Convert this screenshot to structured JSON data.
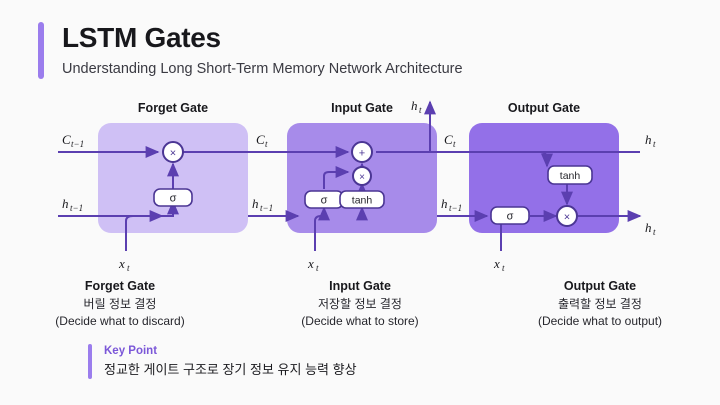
{
  "header": {
    "title": "LSTM Gates",
    "subtitle": "Understanding Long Short-Term Memory Network Architecture",
    "accent_color": "#9b7ded"
  },
  "diagram": {
    "gates": [
      {
        "id": "forget",
        "heading": "Forget Gate",
        "fill": "#cfc0f5",
        "nodes": [
          {
            "type": "op",
            "symbol": "×"
          },
          {
            "type": "activation",
            "label": "σ"
          }
        ]
      },
      {
        "id": "input",
        "heading": "Input Gate",
        "fill": "#a78bea",
        "nodes": [
          {
            "type": "op",
            "symbol": "+"
          },
          {
            "type": "op",
            "symbol": "×"
          },
          {
            "type": "activation",
            "label": "σ"
          },
          {
            "type": "activation",
            "label": "tanh"
          }
        ]
      },
      {
        "id": "output",
        "heading": "Output Gate",
        "fill": "#9370e8",
        "nodes": [
          {
            "type": "activation",
            "label": "tanh"
          },
          {
            "type": "activation",
            "label": "σ"
          },
          {
            "type": "op",
            "symbol": "×"
          }
        ]
      }
    ],
    "signal_labels": {
      "cell_in": "C",
      "cell_in_sub": "t−1",
      "hidden_in": "h",
      "hidden_in_sub": "t−1",
      "cell_mid": "C",
      "cell_mid_sub": "t",
      "hidden_out": "h",
      "hidden_out_sub": "t",
      "input_x": "x",
      "input_x_sub": "t"
    },
    "line_color": "#5b3fb0",
    "node_stroke": "#4b3694",
    "node_fill": "#ffffff"
  },
  "captions": [
    {
      "title": "Forget Gate",
      "korean": "버릴 정보 결정",
      "english": "(Decide what to discard)"
    },
    {
      "title": "Input Gate",
      "korean": "저장할 정보 결정",
      "english": "(Decide what to store)"
    },
    {
      "title": "Output Gate",
      "korean": "출력할 정보 결정",
      "english": "(Decide what to output)"
    }
  ],
  "key_point": {
    "label": "Key Point",
    "body": "정교한 게이트 구조로 장기 정보 유지 능력 향상",
    "accent_color": "#7b57d8"
  }
}
